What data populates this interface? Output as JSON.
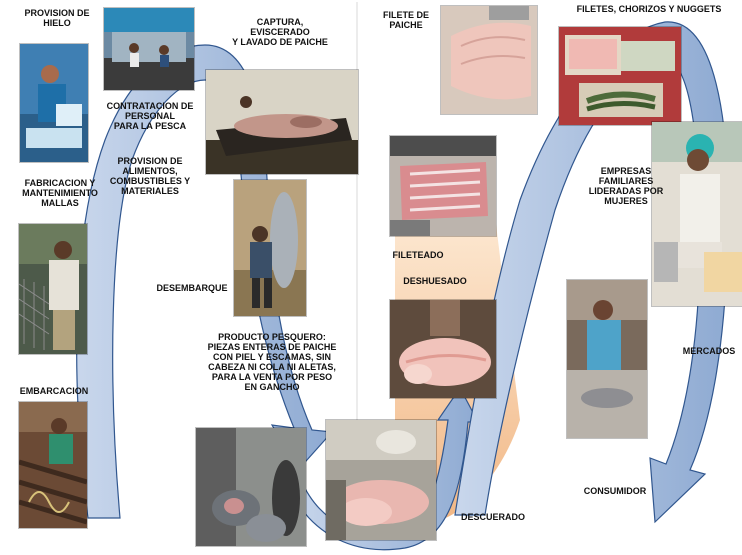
{
  "colors": {
    "arrow_fill": "#9fb6d8",
    "arrow_edge": "#31578f",
    "warm_light": "#fff2e0",
    "warm_dark": "#f0b079"
  },
  "labels": {
    "provision_hielo": "PROVISION DE\nHIELO",
    "fabricacion_mallas": "FABRICACION Y\nMANTENIMIENTO\nMALLAS",
    "embarcacion": "EMBARCACION",
    "contratacion_personal": "CONTRATACION DE\nPERSONAL\nPARA LA PESCA",
    "provision_alimentos": "PROVISION DE\nALIMENTOS,\nCOMBUSTIBLES Y\nMATERIALES",
    "captura": "CAPTURA,\nEVISCERADO\nY LAVADO DE PAICHE",
    "desembarque": "DESEMBARQUE",
    "producto_pesquero": "PRODUCTO PESQUERO:\nPIEZAS ENTERAS DE PAICHE\nCON PIEL Y ESCAMAS, SIN\nCABEZA NI COLA NI ALETAS,\nPARA LA VENTA POR PESO\nEN GANCHO",
    "filete_paiche": "FILETE DE\nPAICHE",
    "fileteado": "FILETEADO",
    "deshuesado": "DESHUESADO",
    "descuerado": "DESCUERADO",
    "filetes_chorizos": "FILETES, CHORIZOS Y NUGGETS",
    "empresas_familiares": "EMPRESAS\nFAMILIARES\nLIDERADAS POR\nMUJERES",
    "mercados": "MERCADOS",
    "consumidor": "CONSUMIDOR"
  },
  "photos": [
    {
      "name": "photo-ice-provision-icon",
      "subject": "ice"
    },
    {
      "name": "photo-nets-maintenance-icon",
      "subject": "nets"
    },
    {
      "name": "photo-boat-icon",
      "subject": "boat"
    },
    {
      "name": "photo-hiring-crew-icon",
      "subject": "crew"
    },
    {
      "name": "photo-capture-canoe-icon",
      "subject": "canoe"
    },
    {
      "name": "photo-unloading-icon",
      "subject": "unloading"
    },
    {
      "name": "photo-whole-pieces-icon",
      "subject": "pieces"
    },
    {
      "name": "photo-skinning-icon",
      "subject": "skinning"
    },
    {
      "name": "photo-fillet-icon",
      "subject": "fillet"
    },
    {
      "name": "photo-filleting-icon",
      "subject": "filleting"
    },
    {
      "name": "photo-deboning-icon",
      "subject": "deboning"
    },
    {
      "name": "photo-products-icon",
      "subject": "products"
    },
    {
      "name": "photo-women-business-icon",
      "subject": "woman"
    },
    {
      "name": "photo-market-icon",
      "subject": "market"
    }
  ]
}
